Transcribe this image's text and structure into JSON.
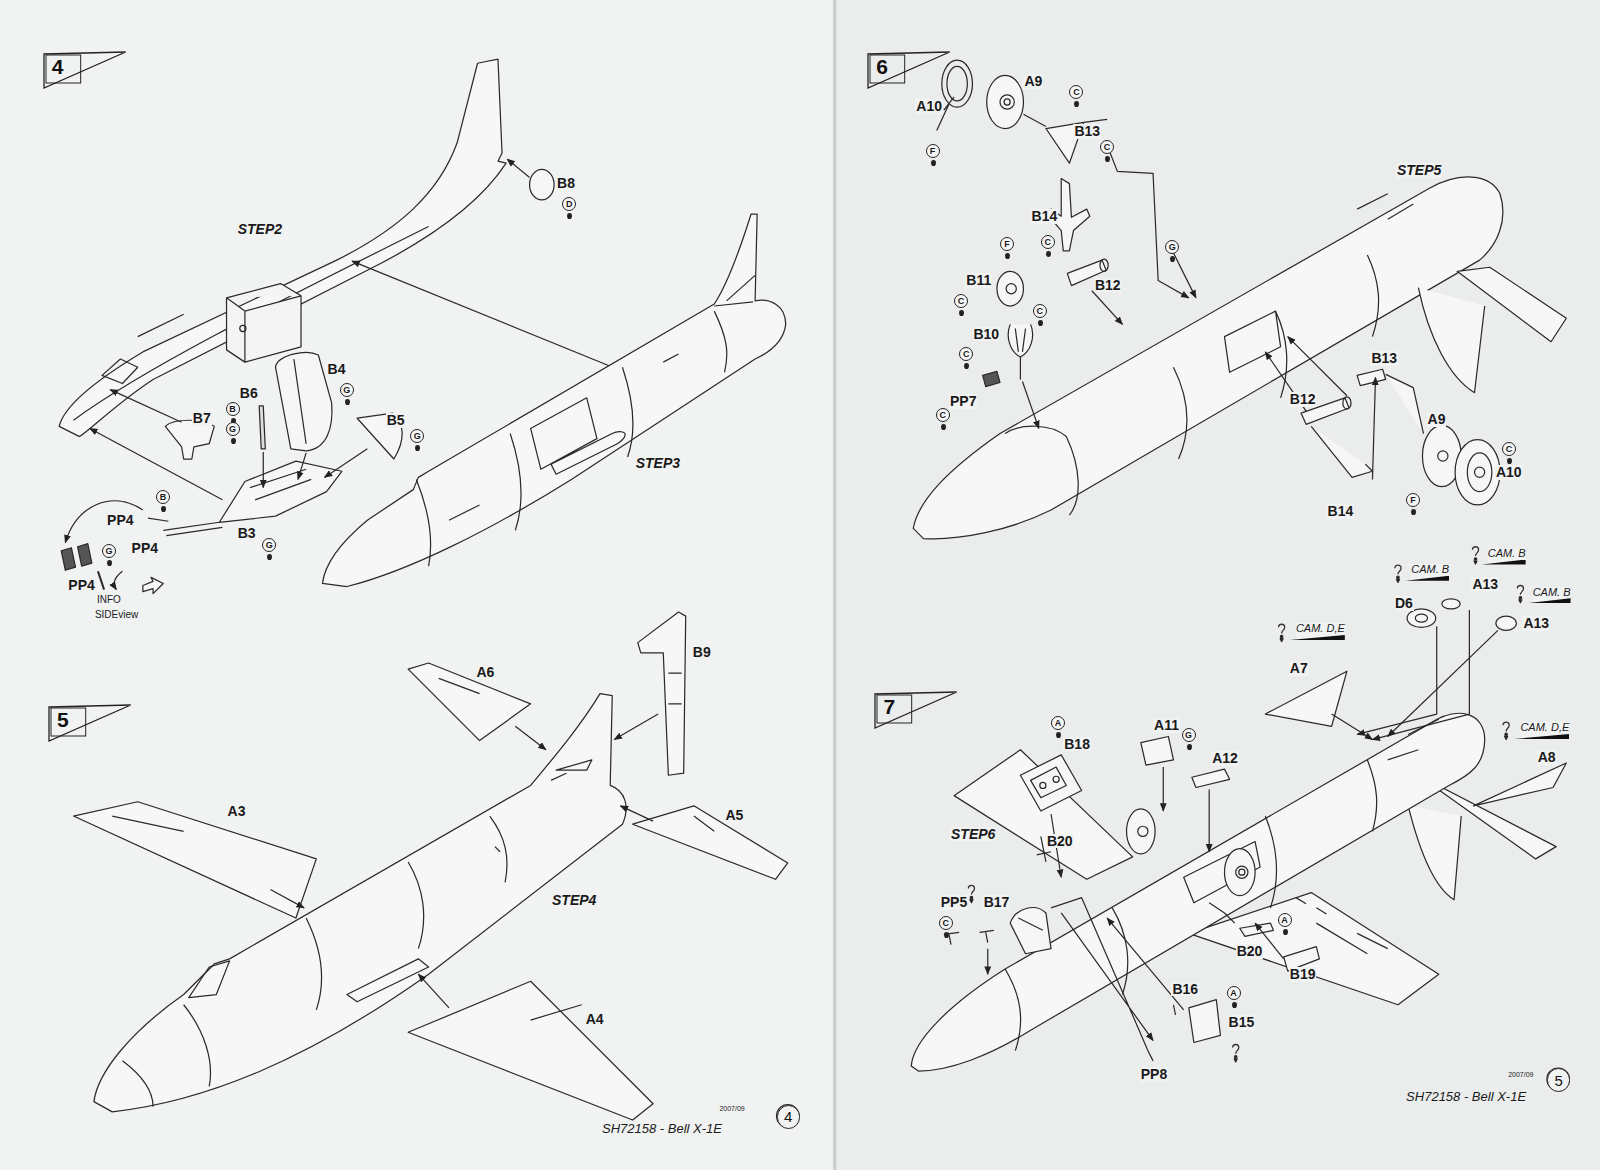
{
  "diagram": {
    "nodes": [
      {
        "text": [
          "4"
        ]
      },
      {
        "text": [
          "5"
        ]
      },
      {
        "text": [
          "4"
        ]
      },
      {
        "text": [
          "6"
        ]
      },
      {
        "text": [
          "7"
        ]
      },
      {
        "text": [
          "5"
        ]
      }
    ],
    "labels": [
      "STEP2",
      "B8",
      "D",
      "B4",
      "G",
      "B6",
      "B",
      "G",
      "B7",
      "B5",
      "G",
      "B",
      "PP4",
      "PP4",
      "G",
      "PP4",
      "INFO",
      "SIDEview",
      "B3",
      "G",
      "STEP3",
      "A6",
      "B9",
      "A3",
      "A5",
      "STEP4",
      "A4",
      "2007/09",
      "SH72158 - Bell X-1E",
      "A10",
      "A9",
      "C",
      "F",
      "B13",
      "C",
      "B14",
      "C",
      "F",
      "B11",
      "C",
      "C",
      "B12",
      "G",
      "STEP5",
      "B10",
      "C",
      "PP7",
      "C",
      "B13",
      "B12",
      "A9",
      "C",
      "A10",
      "F",
      "B14",
      "CAM. B",
      "CAM. B",
      "CAM. B",
      "D6",
      "A13",
      "A13",
      "CAM. D,E",
      "A7",
      "CAM. D,E",
      "A8",
      "A",
      "B18",
      "A11",
      "G",
      "A12",
      "STEP6",
      "B20",
      "PP5",
      "B17",
      "C",
      "A",
      "B20",
      "B19",
      "B16",
      "A",
      "B15",
      "PP8",
      "2007/09",
      "SH72158 - Bell X-1E"
    ]
  }
}
